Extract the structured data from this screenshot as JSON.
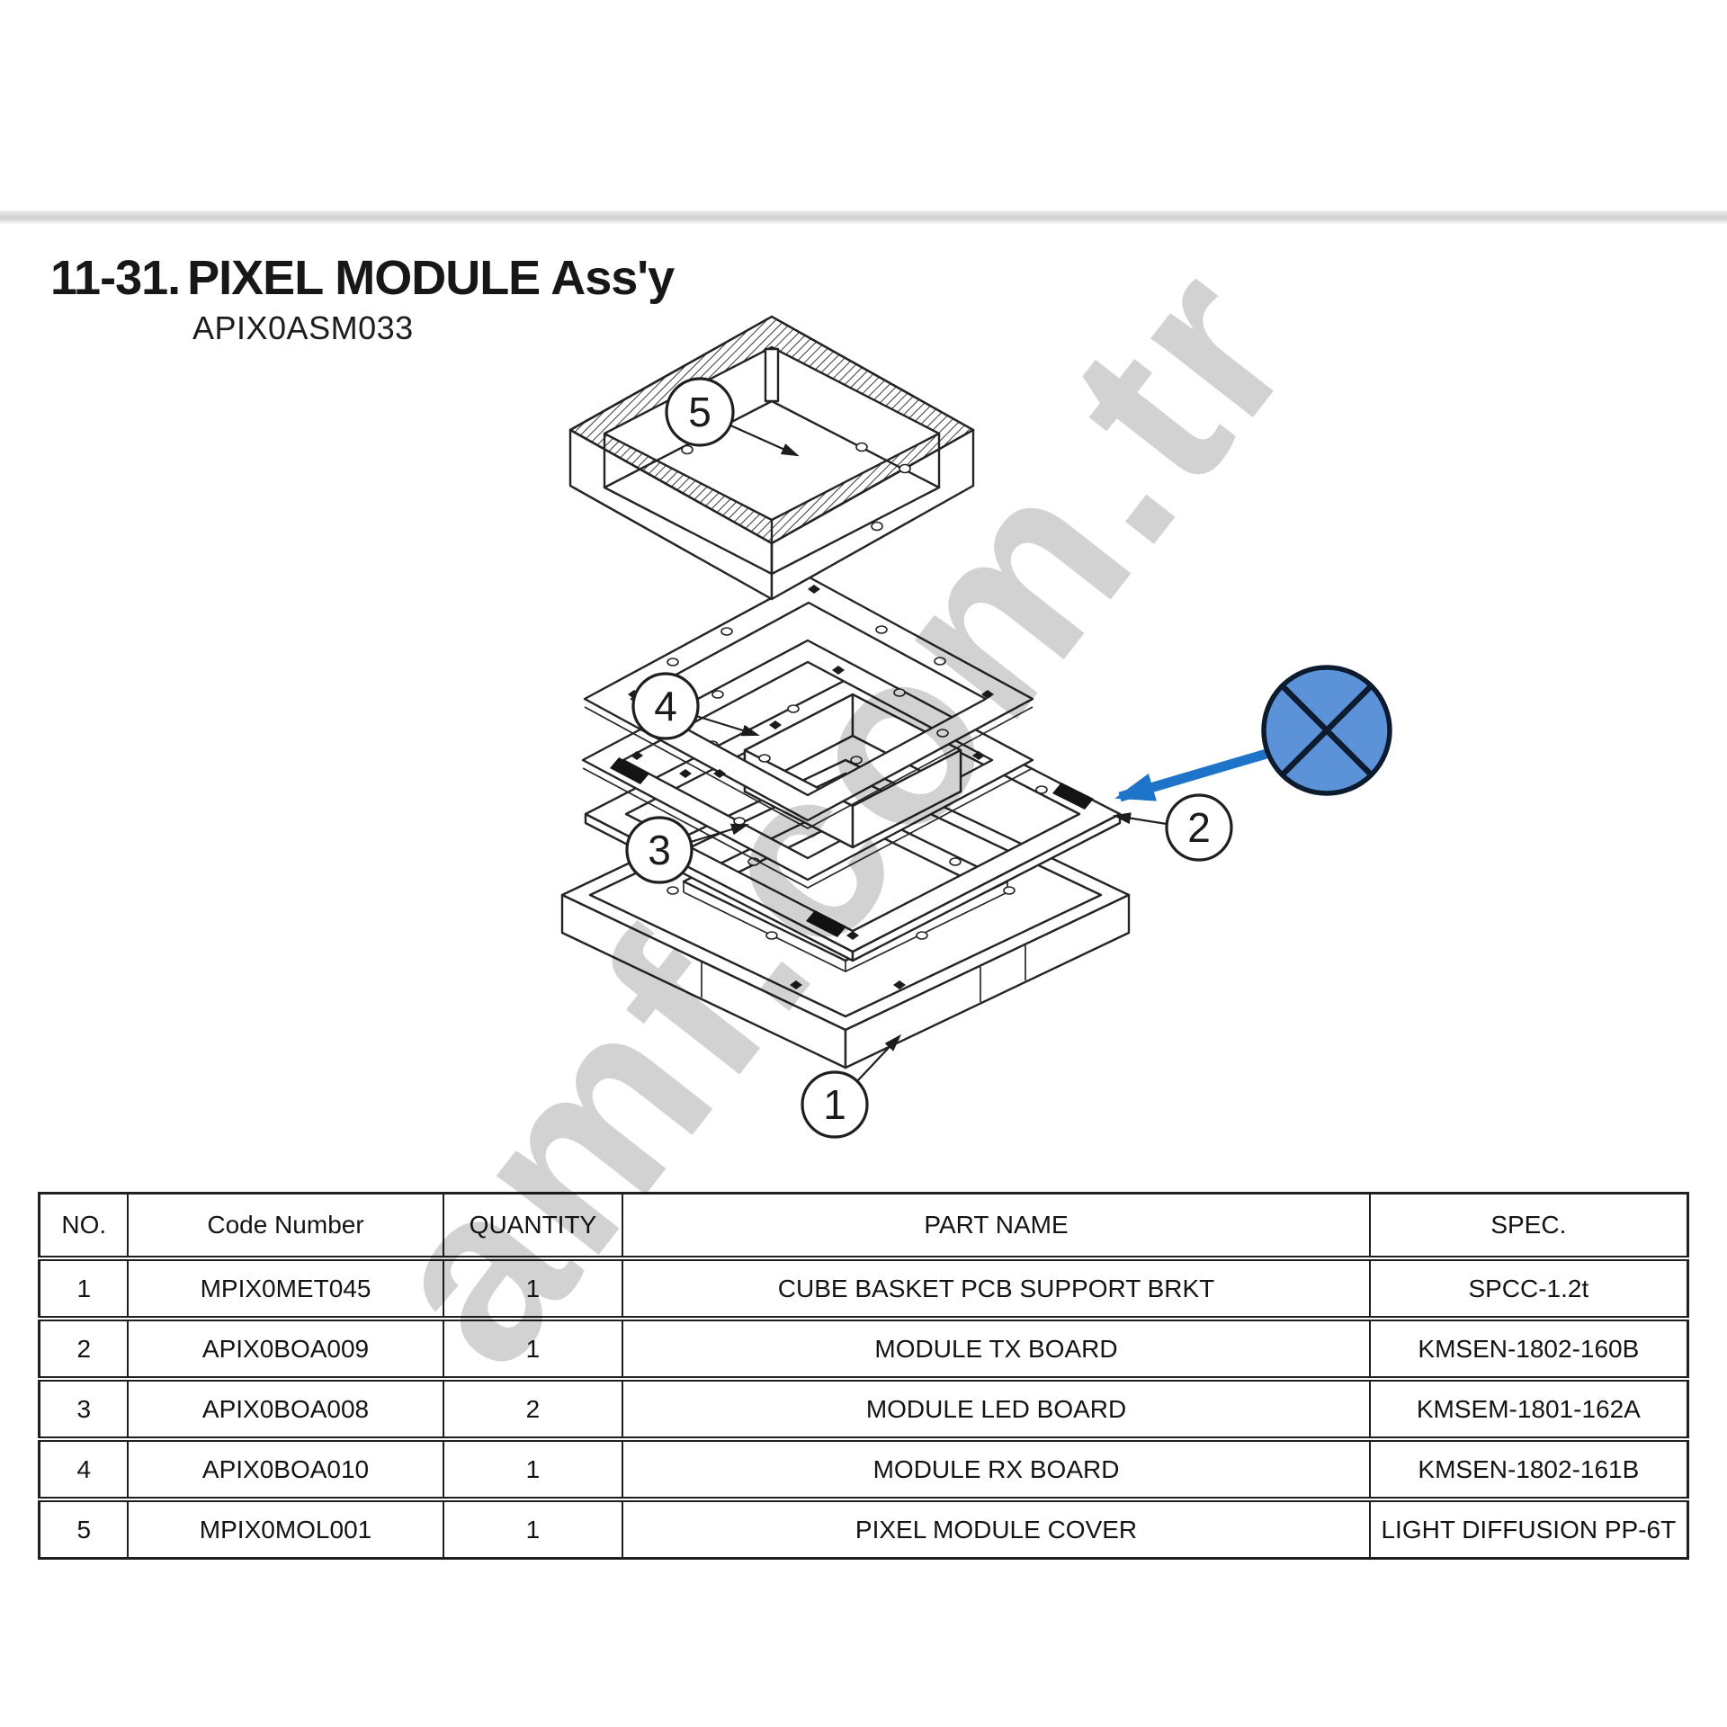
{
  "header": {
    "section_no": "11-31.",
    "title": "PIXEL MODULE Ass'y",
    "assembly_code": "APIX0ASM033"
  },
  "watermark": {
    "text": "amf.com.tr"
  },
  "diagram": {
    "callouts": [
      {
        "label": "1"
      },
      {
        "label": "2"
      },
      {
        "label": "3"
      },
      {
        "label": "4"
      },
      {
        "label": "5"
      }
    ],
    "marker": {
      "shape": "crossed-circle"
    }
  },
  "colors": {
    "line": "#242424",
    "marker_fill": "#5b92d8",
    "marker_stroke": "#0d1b2e",
    "arrow_blue": "#1e74c9",
    "watermark_gray": "#c7c7c7"
  },
  "table": {
    "headers": [
      "NO.",
      "Code Number",
      "QUANTITY",
      "PART NAME",
      "SPEC."
    ],
    "rows": [
      {
        "no": "1",
        "code": "MPIX0MET045",
        "qty": "1",
        "part": "CUBE BASKET PCB SUPPORT BRKT",
        "spec": "SPCC-1.2t"
      },
      {
        "no": "2",
        "code": "APIX0BOA009",
        "qty": "1",
        "part": "MODULE TX BOARD",
        "spec": "KMSEN-1802-160B"
      },
      {
        "no": "3",
        "code": "APIX0BOA008",
        "qty": "2",
        "part": "MODULE LED BOARD",
        "spec": "KMSEM-1801-162A"
      },
      {
        "no": "4",
        "code": "APIX0BOA010",
        "qty": "1",
        "part": "MODULE RX BOARD",
        "spec": "KMSEN-1802-161B"
      },
      {
        "no": "5",
        "code": "MPIX0MOL001",
        "qty": "1",
        "part": "PIXEL MODULE COVER",
        "spec": "LIGHT DIFFUSION PP-6T"
      }
    ]
  }
}
